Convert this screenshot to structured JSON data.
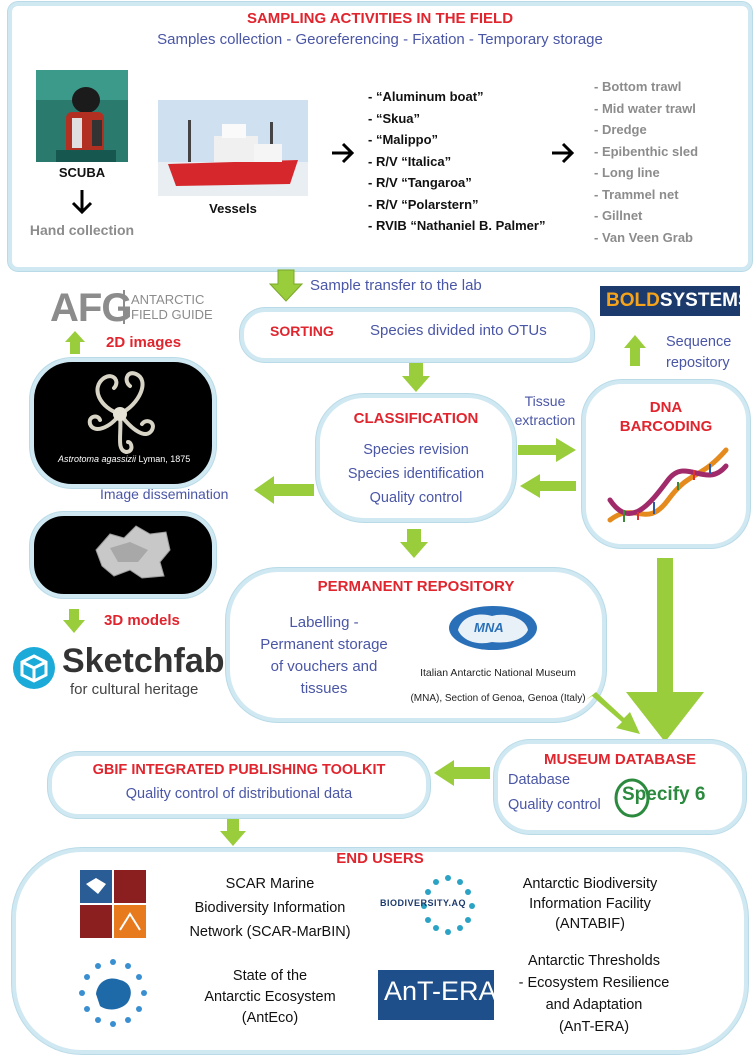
{
  "sampling": {
    "title": "SAMPLING ACTIVITIES IN THE FIELD",
    "subtitle": "Samples collection - Georeferencing - Fixation - Temporary storage",
    "scuba": "SCUBA",
    "hand": "Hand collection",
    "vessels": "Vessels",
    "vessel_list": [
      "- “Aluminum boat”",
      "- “Skua”",
      "- “Malippo”",
      "- R/V “Italica”",
      "- R/V “Tangaroa”",
      "- R/V “Polarstern”",
      "- RVIB “Nathaniel B. Palmer”"
    ],
    "gear_list": [
      "- Bottom trawl",
      "- Mid water trawl",
      "- Dredge",
      "- Epibenthic sled",
      "- Long line",
      "- Trammel net",
      "- Gillnet",
      "- Van Veen Grab"
    ]
  },
  "transfer": "Sample transfer to the lab",
  "afg": {
    "logo": "AFG",
    "line1": "ANTARCTIC",
    "line2": "FIELD GUIDE"
  },
  "images2d": "2D images",
  "caption2d_italic": "Astrotoma agassizii",
  "caption2d_rest": " Lyman, 1875",
  "models3d": "3D models",
  "sketchfab": {
    "name": "Sketchfab",
    "sub": "for cultural heritage"
  },
  "image_dissemination": "Image dissemination",
  "sorting": {
    "title": "SORTING",
    "text": "Species divided into OTUs"
  },
  "classification": {
    "title": "CLASSIFICATION",
    "items": [
      "Species revision",
      "Species identification",
      "Quality control"
    ]
  },
  "tissue": [
    "Tissue",
    "extraction"
  ],
  "bold": {
    "part1": "BOLD",
    "part2": "SYSTEMS"
  },
  "sequence": [
    "Sequence",
    "repository"
  ],
  "dna": {
    "line1": "DNA",
    "line2": "BARCODING"
  },
  "repository": {
    "title": "PERMANENT REPOSITORY",
    "text": [
      "Labelling -",
      "Permanent storage",
      "of vouchers and",
      "tissues"
    ],
    "logo": "MNA",
    "museum": "Italian Antarctic National Museum",
    "museum2": "(MNA), Section of Genoa, Genoa (Italy)"
  },
  "database": {
    "title": "MUSEUM DATABASE",
    "items": [
      "Database",
      "Quality control"
    ],
    "specify": "Specify 6"
  },
  "gbif": {
    "title": "GBIF INTEGRATED PUBLISHING TOOLKIT",
    "text": "Quality control of distributional data"
  },
  "end_users": {
    "title": "END USERS",
    "scar": [
      "SCAR Marine",
      "Biodiversity Information",
      "Network (SCAR-MarBIN)"
    ],
    "antabif": [
      "Antarctic Biodiversity",
      "Information Facility",
      "(ANTABIF)"
    ],
    "biodiv_logo": "BIODIVERSITY.AQ",
    "anteco": [
      "State of the",
      "Antarctic Ecosystem",
      "(AntEco)"
    ],
    "antera": [
      "Antarctic Thresholds",
      "- Ecosystem Resilience",
      "and Adaptation",
      "(AnT-ERA)"
    ],
    "antera_logo": "AnT-ERA"
  },
  "colors": {
    "accent_red": "#e0252e",
    "text_blue": "#4a56a6",
    "arrow_green": "#9acd3c",
    "box_border": "#cfe8f1"
  }
}
